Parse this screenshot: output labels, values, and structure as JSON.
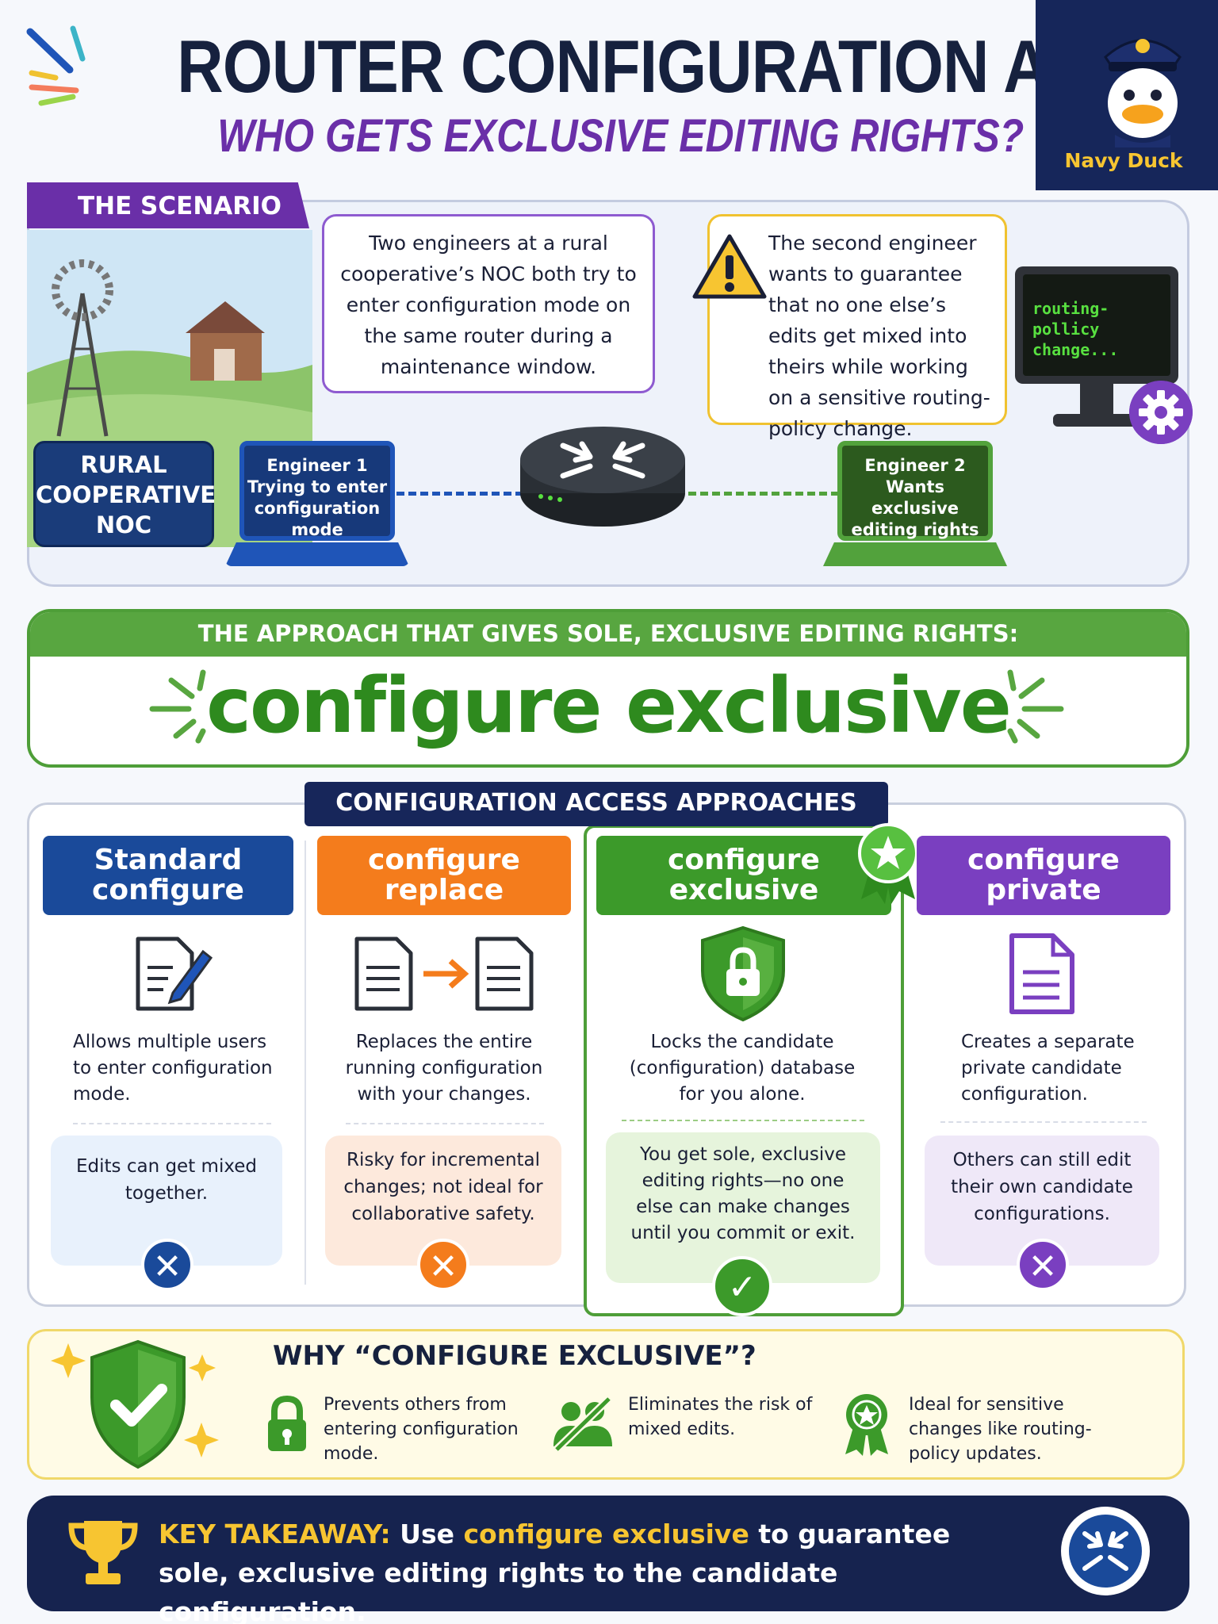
{
  "header": {
    "title": "ROUTER CONFIGURATION ACCESS",
    "subtitle": "WHO GETS EXCLUSIVE EDITING RIGHTS?",
    "badge_label": "Navy Duck"
  },
  "scenario": {
    "tag": "THE SCENARIO",
    "callout1": "Two engineers at a rural cooperative’s NOC both try to enter configuration mode on the same router during a maintenance window.",
    "callout2": "The second engineer wants to guarantee that no one else’s edits get mixed into theirs while working on a sensitive routing-policy change.",
    "noc_label": "RURAL COOPERATIVE NOC",
    "engineer1": "Engineer 1 Trying to enter configuration mode",
    "engineer2": "Engineer 2 Wants exclusive editing rights",
    "monitor_text": "routing-pollicy change..."
  },
  "approach": {
    "heading": "THE APPROACH THAT GIVES SOLE, EXCLUSIVE EDITING RIGHTS:",
    "command": "configure exclusive"
  },
  "approaches": {
    "heading": "CONFIGURATION ACCESS APPROACHES",
    "columns": [
      {
        "title": "Standard configure",
        "description": "Allows multiple users to enter configuration mode.",
        "verdict": "Edits can get mixed together.",
        "mark": "✕",
        "color": "#1a4a9a",
        "icon": "document-edit-icon"
      },
      {
        "title": "configure replace",
        "description": "Replaces the entire running configuration with your changes.",
        "verdict": "Risky for incremental changes; not ideal for collaborative safety.",
        "mark": "✕",
        "color": "#f47c1c",
        "icon": "document-replace-icon"
      },
      {
        "title": "configure exclusive",
        "description": "Locks the candidate (configuration) database for you alone.",
        "verdict": "You get sole, exclusive editing rights—no one else can make changes until you commit or exit.",
        "mark": "✓",
        "color": "#3c9a2a",
        "icon": "shield-lock-icon"
      },
      {
        "title": "configure private",
        "description": "Creates a separate private candidate configuration.",
        "verdict": "Others can still edit their own candidate configurations.",
        "mark": "✕",
        "color": "#7a3fc0",
        "icon": "document-private-icon"
      }
    ]
  },
  "why": {
    "title": "WHY “CONFIGURE EXCLUSIVE”?",
    "points": [
      "Prevents others from entering configuration mode.",
      "Eliminates the risk of mixed edits.",
      "Ideal for sensitive changes like routing-policy updates."
    ]
  },
  "takeaway": {
    "label": "KEY TAKEAWAY:",
    "pre": " Use ",
    "command": "configure exclusive",
    "post": " to guarantee sole, exclusive editing rights to the candidate configuration."
  }
}
